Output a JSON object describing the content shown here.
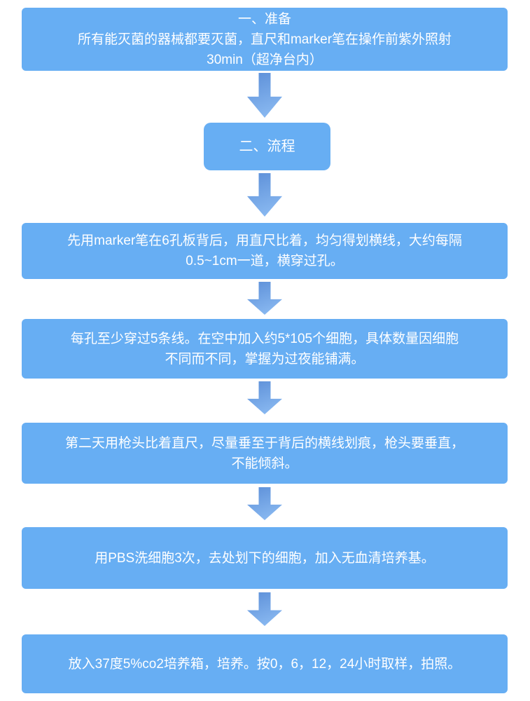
{
  "colors": {
    "box_fill": "#67AEF3",
    "arrow_gradient_start": "#5C8FD8",
    "arrow_gradient_end": "#8FBEF4",
    "text": "#ffffff",
    "background": "#ffffff"
  },
  "flowchart": {
    "type": "vertical-process-flow",
    "nodes": [
      {
        "id": "prepare-header",
        "text": "一、准备\n所有能灭菌的器械都要灭菌，直尺和marker笔在操作前紫外照射\n30min（超净台内）"
      },
      {
        "id": "process-header",
        "text": "二、流程"
      },
      {
        "id": "step-draw-lines",
        "text": "先用marker笔在6孔板背后，用直尺比着，均匀得划横线，大约每隔\n0.5~1cm一道，横穿过孔。"
      },
      {
        "id": "step-seed-cells",
        "text": "每孔至少穿过5条线。在空中加入约5*105个细胞，具体数量因细胞\n不同而不同，掌握为过夜能铺满。"
      },
      {
        "id": "step-scratch",
        "text": "第二天用枪头比着直尺，尽量垂至于背后的横线划痕，枪头要垂直，\n不能倾斜。"
      },
      {
        "id": "step-wash",
        "text": "用PBS洗细胞3次，去处划下的细胞，加入无血清培养基。"
      },
      {
        "id": "step-incubate",
        "text": "放入37度5%co2培养箱，培养。按0，6，12，24小时取样，拍照。"
      }
    ]
  }
}
